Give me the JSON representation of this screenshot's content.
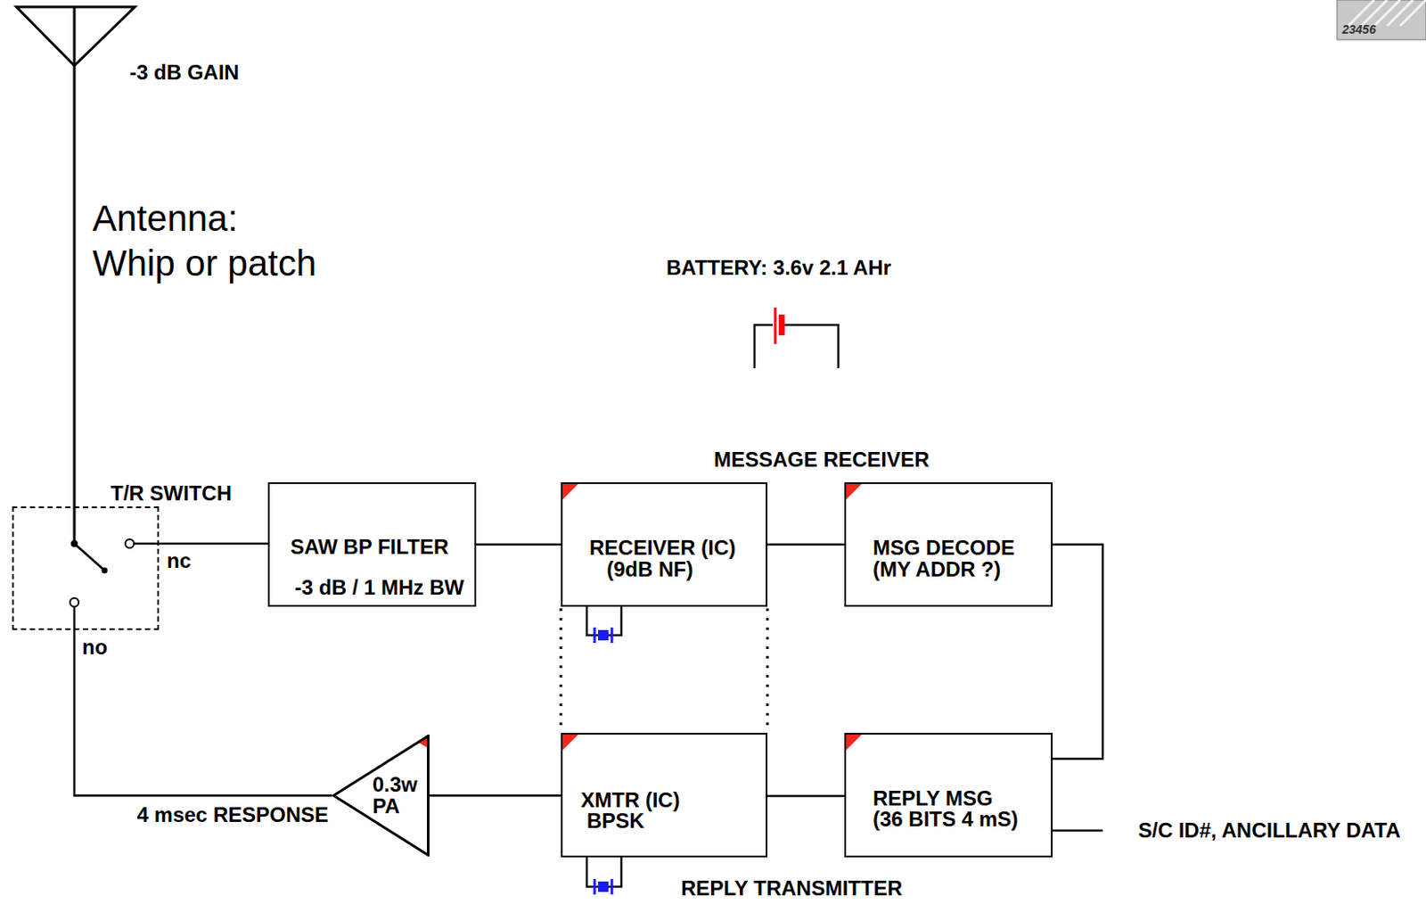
{
  "diagram": {
    "nodes": [
      {
        "text": [
          "T/R SWITCH"
        ]
      },
      {
        "text": [
          "SAW BP FILTER",
          "-3 dB / 1 MHz BW"
        ]
      },
      {
        "text": [
          "RECEIVER (IC)",
          "(9dB NF)"
        ]
      },
      {
        "text": [
          "MSG DECODE",
          "(MY ADDR ?)"
        ]
      },
      {
        "text": [
          "0.3w",
          "PA"
        ]
      },
      {
        "text": [
          "XMTR (IC)",
          "BPSK"
        ]
      },
      {
        "text": [
          "REPLY MSG",
          "(36 BITS 4 mS)"
        ]
      }
    ],
    "edges": [
      {
        "from": 0,
        "to": 1,
        "arrow": "none"
      },
      {
        "from": 1,
        "to": 2,
        "arrow": "none"
      },
      {
        "from": 2,
        "to": 3,
        "arrow": "none"
      },
      {
        "from": 3,
        "to": 6,
        "arrow": "none"
      },
      {
        "from": 6,
        "to": 5,
        "arrow": "none"
      },
      {
        "from": 5,
        "to": 4,
        "arrow": "none"
      },
      {
        "from": 4,
        "to": 0,
        "label": "4 msec RESPONSE",
        "arrow": "none"
      }
    ],
    "labels": [
      "-3 dB GAIN",
      "Antenna:",
      "Whip or patch",
      "BATTERY: 3.6v 2.1 AHr",
      "MESSAGE RECEIVER",
      "nc",
      "no",
      "S/C ID#, ANCILLARY DATA",
      "REPLY TRANSMITTER",
      "23456"
    ]
  }
}
